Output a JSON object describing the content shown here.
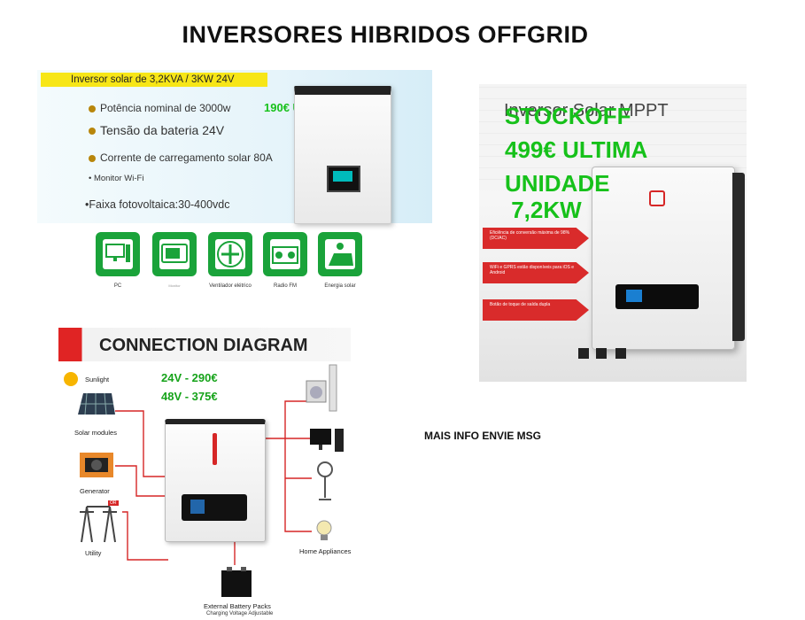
{
  "title": "INVERSORES HIBRIDOS OFFGRID",
  "panel1": {
    "header": "Inversor solar de 3,2KVA / 3KW 24V",
    "features": [
      "Potência nominal de 3000w",
      "Tensão da bateria 24V",
      "Corrente de carregamento solar 80A",
      "• Monitor Wi-Fi",
      "•Faixa fotovoltaica:30-400vdc"
    ],
    "promo": "190€ ULTIMA UNIDADE",
    "icons": [
      {
        "icon": "pc-icon",
        "label": "PC"
      },
      {
        "icon": "tv-icon",
        "label": "Monitor"
      },
      {
        "icon": "fan-icon",
        "label": "Ventilador elétrico"
      },
      {
        "icon": "radio-icon",
        "label": "Radio FM"
      },
      {
        "icon": "solar-panel-icon",
        "label": "Energia solar"
      }
    ]
  },
  "panel2": {
    "header": "Inversor Solar MPPT",
    "promo_lines": [
      "STOCKOFF",
      "499€ ULTIMA",
      "UNIDADE",
      " 7,2KW"
    ],
    "labels": [
      "Eficiência de conversão máxima de 98% (DC/AC)",
      "WiFi e GPRS estão disponíveis para iOS e Android",
      "Botão de toque de saída dupla"
    ]
  },
  "panel3": {
    "banner": "CONNECTION DIAGRAM",
    "prices": [
      "24V - 290€",
      "48V - 375€"
    ],
    "sunlight": "Sunlight",
    "solar_modules": "Solar modules",
    "generator": "Generator",
    "utility": "Utility",
    "or": "OR",
    "home_appliances": "Home Appliances",
    "battery": "External Battery Packs",
    "battery_sub": "Charging Voltage Adjustable"
  },
  "mais_info": "MAIS INFO ENVIE MSG",
  "colors": {
    "promo_green": "#16c11a",
    "banner_red": "#e02424",
    "label_red": "#d92b2b",
    "tile_green": "#1aa33a"
  }
}
